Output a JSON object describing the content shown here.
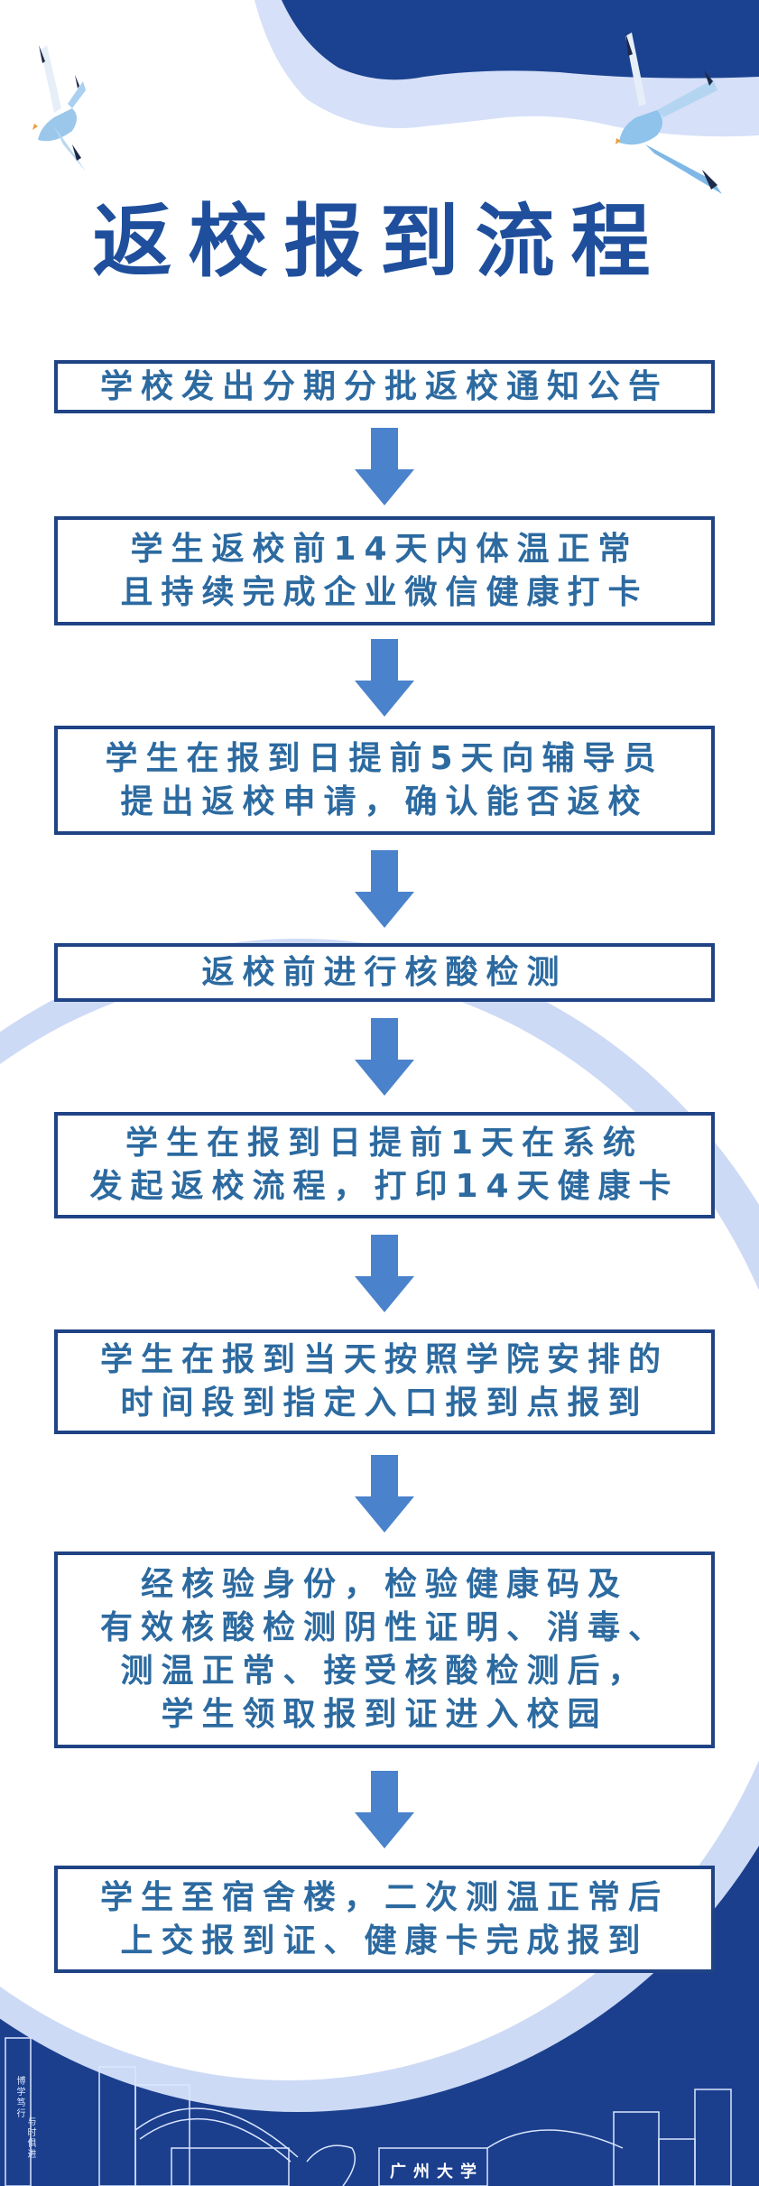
{
  "title": "返校报到流程",
  "steps": [
    {
      "lines": [
        "学校发出分期分批返校通知公告"
      ]
    },
    {
      "lines": [
        "学生返校前14天内体温正常",
        "且持续完成企业微信健康打卡"
      ]
    },
    {
      "lines": [
        "学生在报到日提前5天向辅导员",
        "提出返校申请，确认能否返校"
      ]
    },
    {
      "lines": [
        "返校前进行核酸检测"
      ]
    },
    {
      "lines": [
        "学生在报到日提前1天在系统",
        "发起返校流程，打印14天健康卡"
      ]
    },
    {
      "lines": [
        "学生在报到当天按照学院安排的",
        "时间段到指定入口报到点报到"
      ]
    },
    {
      "lines": [
        "经核验身份，检验健康码及",
        "有效核酸检测阴性证明、消毒、",
        "测温正常、接受核酸检测后，",
        "学生领取报到证进入校园"
      ]
    },
    {
      "lines": [
        "学生至宿舍楼，二次测温正常后",
        "上交报到证、健康卡完成报到"
      ]
    }
  ],
  "footer": {
    "university": "广州大学",
    "motto_1": "博学笃行",
    "motto_2": "与时俱进"
  },
  "colors": {
    "navy": "#1b3f8d",
    "light": "#d3def7",
    "text": "#2c6aa0",
    "arrow": "#4a82cc"
  }
}
